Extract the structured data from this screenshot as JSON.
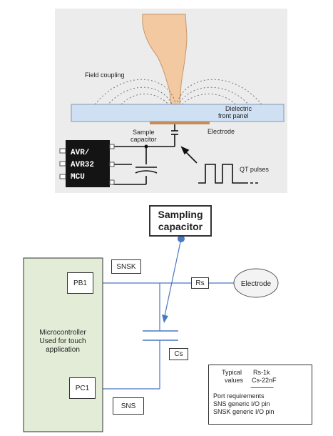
{
  "top_figure": {
    "field_coupling": "Field coupling",
    "dielectric_line1": "Dielectric",
    "dielectric_line2": "front panel",
    "electrode": "Electrode",
    "sample_cap_line1": "Sample",
    "sample_cap_line2": "capacitor",
    "chip_line1": "AVR/",
    "chip_line2": "AVR32",
    "chip_line3": "MCU",
    "qt_pulses": "QT pulses"
  },
  "schematic": {
    "sampling_cap_line1": "Sampling",
    "sampling_cap_line2": "capacitor",
    "snsk": "SNSK",
    "pb1": "PB1",
    "rs": "Rs",
    "electrode": "Electrode",
    "mcu_line1": "Microcontroller",
    "mcu_line2": "Used for touch",
    "mcu_line3": "application",
    "cs": "Cs",
    "pc1": "PC1",
    "sns": "SNS",
    "typical": "Typical",
    "values": "values",
    "rs_value": "Rs-1k",
    "cs_value": "Cs-22nF",
    "dashes": "----------------",
    "port_req": "Port requirements",
    "sns_req": "SNS generic I/O pin",
    "snsk_req": "SNSK generic I/O pin"
  },
  "colors": {
    "panel_bg": "#eaeaea",
    "wire_blue": "#4a78c2",
    "mcu_fill": "#e2ecd6",
    "electrode_fill": "#f3f3f3"
  }
}
